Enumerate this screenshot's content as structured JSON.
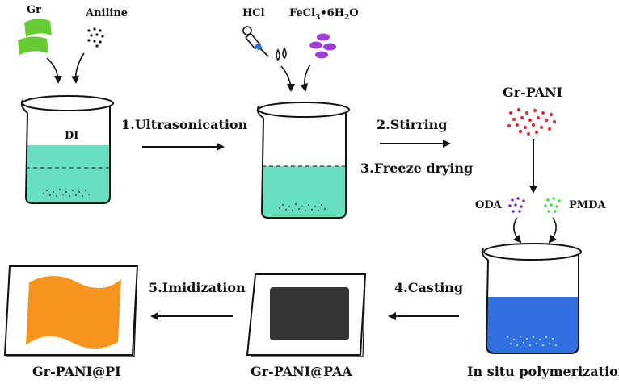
{
  "reagents": {
    "gr": "Gr",
    "aniline": "Aniline",
    "hcl": "HCl",
    "fecl3": "FeCl",
    "fecl3_sub3": "3",
    "fecl3_dot": "•6",
    "fecl3_h": "H",
    "fecl3_sub2": "2",
    "fecl3_o": "O",
    "oda": "ODA",
    "pmda": "PMDA"
  },
  "beaker1": {
    "label": "DI"
  },
  "steps": {
    "s1": "1.Ultrasonication",
    "s2": "2.Stirring",
    "s3": "3.Freeze drying",
    "s4": "4.Casting",
    "s5": "5.Imidization"
  },
  "products": {
    "gr_pani": "Gr-PANI",
    "insitu": "In situ polymerization",
    "paa": "Gr-PANI@PAA",
    "pi": "Gr-PANI@PI"
  },
  "colors": {
    "graphene": "#66cc33",
    "aqueous": "#66e0c0",
    "fecl3": "#9b3fd6",
    "gr_pani_dots": "#e8303a",
    "oda_dots": "#7a2aa8",
    "pmda_dots": "#44dd44",
    "polymer_solution": "#2f6fe0",
    "paa_film": "#333333",
    "pi_film": "#f7941d"
  }
}
